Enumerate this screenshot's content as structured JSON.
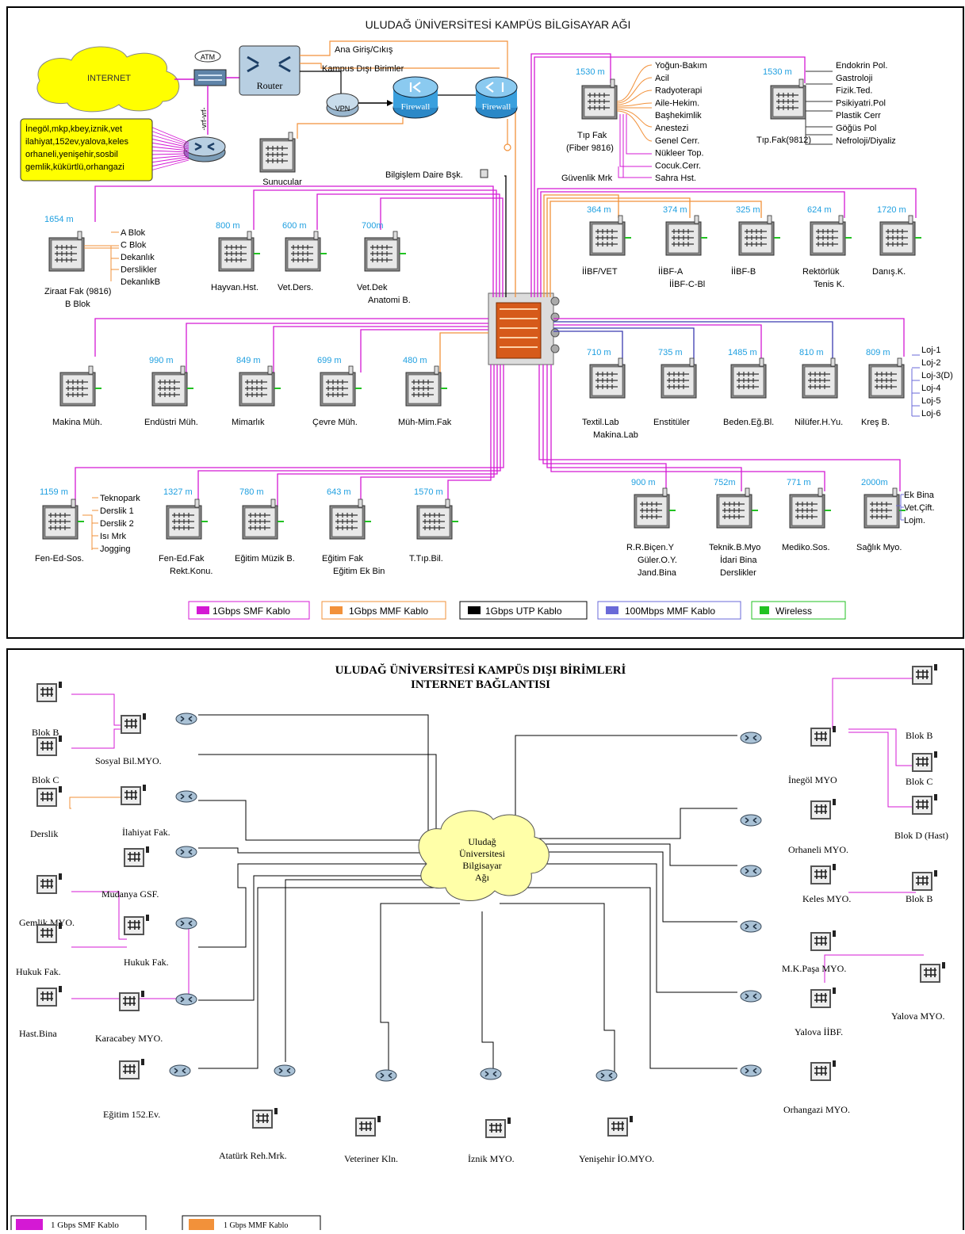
{
  "colors": {
    "smf": "#d419d4",
    "mmf": "#f2913a",
    "utp": "#000000",
    "mbps100": "#6a6ad8",
    "wireless": "#22c222",
    "distance": "#1e9fe0",
    "callout": "#ffff00",
    "cloud": "#ffffa8"
  },
  "top": {
    "title": "ULUDAĞ ÜNİVERSİTESİ KAMPÜS BİLGİSAYAR AĞI",
    "core": {
      "internet": "INTERNET",
      "atm": "ATM",
      "vrf": "-vrf-vrf-",
      "router": "Router",
      "vpn": "VPN",
      "firewall": "Firewall",
      "sunucular": "Sunucular",
      "ana_giris": "Ana Giriş/Cıkış",
      "kampus_disi": "Kampus Dışı Birimler",
      "bilgi_islem": "Bilgişlem Daire Bşk.",
      "offsite_list": [
        "İnegöl,mkp,kbey,iznik,vet",
        "ilahiyat,152ev,yalova,keles",
        "orhaneli,yenişehir,sosbil",
        "gemlik,kükürtlü,orhangazi"
      ]
    },
    "tip1": {
      "dist": "1530 m",
      "name": "Tıp Fak",
      "sub": "(Fiber 9816)",
      "guvenlik": "Güvenlik Mrk",
      "branches": [
        "Yoğun-Bakım",
        "Acil",
        "Radyoterapi",
        "Aile-Hekim.",
        "Başhekimlik",
        "Anestezi",
        "Genel Cerr.",
        "Nükleer Top.",
        "Cocuk.Cerr.",
        "Sahra Hst."
      ]
    },
    "tip2": {
      "dist": "1530 m",
      "name": "Tıp.Fak(9812)",
      "branches": [
        "Endokrin Pol.",
        "Gastroloji",
        "Fizik.Ted.",
        "Psikiyatri.Pol",
        "Plastik Cerr",
        "Göğüs Pol",
        "Nefroloji/Diyaliz"
      ]
    },
    "ziraat": {
      "dist": "1654 m",
      "name": "Ziraat Fak (9816)",
      "sub": "B Blok",
      "branches": [
        "A Blok",
        "C Blok",
        "Dekanlık",
        "Derslikler",
        "DekanlıkB"
      ]
    },
    "row1": [
      {
        "dist": "800 m",
        "name": "Hayvan.Hst."
      },
      {
        "dist": "600 m",
        "name": "Vet.Ders."
      },
      {
        "dist": "700m",
        "name": "Vet.Dek",
        "sub": "Anatomi B."
      }
    ],
    "row1r": [
      {
        "dist": "364 m",
        "name": "İİBF/VET"
      },
      {
        "dist": "374 m",
        "name": "İİBF-A",
        "sub": "İİBF-C-Bl"
      },
      {
        "dist": "325 m",
        "name": "İİBF-B"
      },
      {
        "dist": "624 m",
        "name": "Rektörlük",
        "sub": "Tenis K."
      },
      {
        "dist": "1720 m",
        "name": "Danış.K."
      }
    ],
    "row2l": [
      {
        "dist": "",
        "name": "Makina Müh."
      },
      {
        "dist": "990 m",
        "name": "Endüstri Müh."
      },
      {
        "dist": "849 m",
        "name": "Mimarlık"
      },
      {
        "dist": "699 m",
        "name": "Çevre Müh."
      },
      {
        "dist": "480 m",
        "name": "Müh-Mim.Fak"
      }
    ],
    "row2r": [
      {
        "dist": "710 m",
        "name": "Textil.Lab",
        "sub": "Makina.Lab"
      },
      {
        "dist": "735 m",
        "name": "Enstitüler"
      },
      {
        "dist": "1485 m",
        "name": "Beden.Eğ.Bl."
      },
      {
        "dist": "810 m",
        "name": "Nilüfer.H.Yu."
      },
      {
        "dist": "809 m",
        "name": "Kreş B."
      }
    ],
    "loj": [
      "Loj-1",
      "Loj-2",
      "Loj-3(D)",
      "Loj-4",
      "Loj-5",
      "Loj-6"
    ],
    "row3l": [
      {
        "dist": "1159 m",
        "name": "Fen-Ed-Sos."
      },
      {
        "dist": "1327 m",
        "name": "Fen-Ed.Fak",
        "sub": "Rekt.Konu."
      },
      {
        "dist": "780 m",
        "name": "Eğitim Müzik B."
      },
      {
        "dist": "643 m",
        "name": "Eğitim Fak",
        "sub": "Eğitim Ek Bin"
      },
      {
        "dist": "1570 m",
        "name": "T.Tıp.Bil."
      }
    ],
    "fen_branches": [
      "Teknopark",
      "Derslik 1",
      "Derslik 2",
      "Isı Mrk",
      "Jogging"
    ],
    "row3r": [
      {
        "dist": "900 m",
        "name": "R.R.Biçen.Y",
        "sub": "Güler.O.Y.",
        "sub2": "Jand.Bina"
      },
      {
        "dist": "752m",
        "name": "Teknik.B.Myo",
        "sub": "İdari Bina",
        "sub2": "Derslikler"
      },
      {
        "dist": "771 m",
        "name": "Mediko.Sos."
      },
      {
        "dist": "2000m",
        "name": "Sağlık Myo."
      }
    ],
    "saglik_branches": [
      "Ek Bina",
      "Vet.Çift.",
      "Lojm."
    ],
    "legend": [
      "1Gbps SMF Kablo",
      "1Gbps MMF Kablo",
      "1Gbps UTP Kablo",
      "100Mbps MMF Kablo",
      "Wireless"
    ]
  },
  "bottom": {
    "title1": "ULUDAĞ ÜNİVERSİTESİ KAMPÜS DIŞI BİRİMLERİ",
    "title2": "INTERNET BAĞLANTISI",
    "cloud": [
      "Uludağ",
      "Üniversitesi",
      "Bilgisayar",
      "Ağı"
    ],
    "labels": {
      "blokb_l": "Blok B",
      "blokc_l": "Blok C",
      "sosyal": "Sosyal Bil.MYO.",
      "derslik": "Derslik",
      "ilahiyat": "İlahiyat Fak.",
      "mudanya": "Mudanya GSF.",
      "gemlik": "Gemlik MYO.",
      "hukuk1": "Hukuk Fak.",
      "hukuk2": "Hukuk Fak.",
      "hast": "Hast.Bina",
      "karacabey": "Karacabey MYO.",
      "egitim152": "Eğitim 152.Ev.",
      "ataturk": "Atatürk Reh.Mrk.",
      "veteriner": "Veteriner Kln.",
      "iznik": "İznik MYO.",
      "yenisehir": "Yenişehir İO.MYO.",
      "inegol": "İnegöl MYO",
      "blokb_r": "Blok B",
      "blokc_r": "Blok C",
      "blokd": "Blok D (Hast)",
      "orhaneli": "Orhaneli MYO.",
      "keles": "Keles MYO.",
      "blokb_k": "Blok B",
      "mkpasa": "M.K.Paşa MYO.",
      "yalovaiibf": "Yalova İİBF.",
      "yalovamyo": "Yalova MYO.",
      "orhangazi": "Orhangazi MYO."
    },
    "legend": [
      "1 Gbps SMF Kablo",
      "1 Gbps MMF Kablo"
    ]
  }
}
